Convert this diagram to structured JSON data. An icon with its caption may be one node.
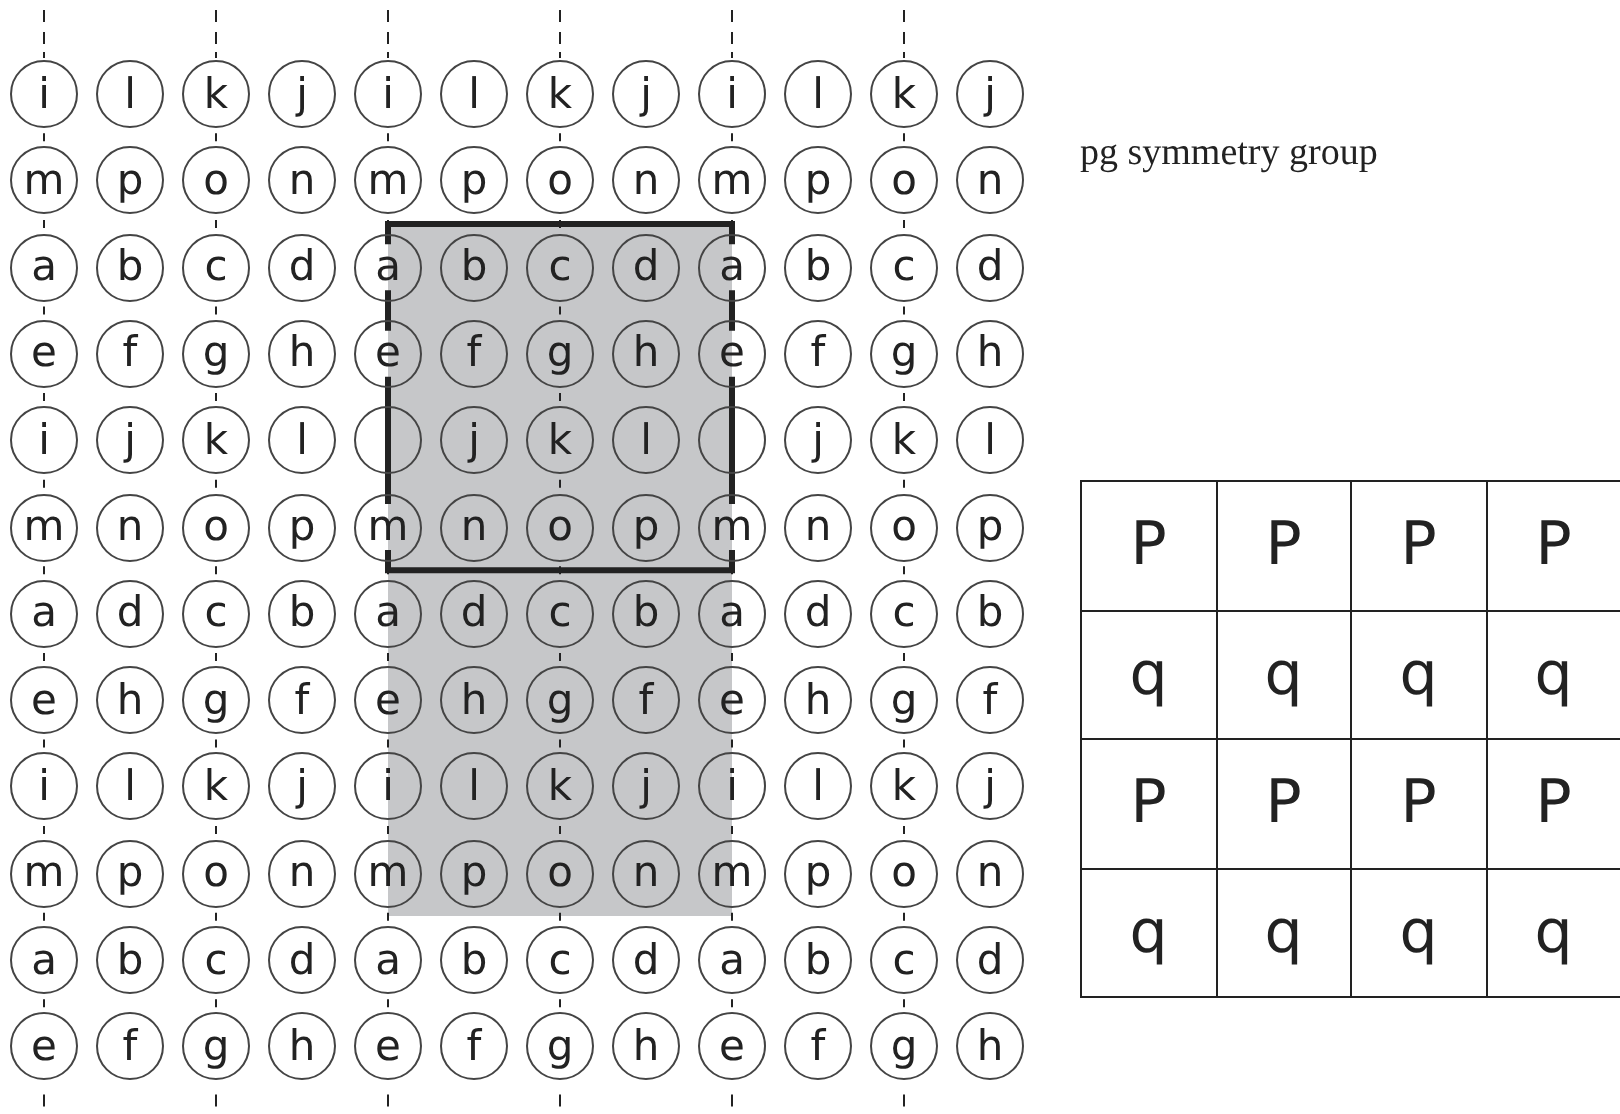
{
  "diagram": {
    "title": "pg symmetry group",
    "nodes": [
      {
        "text": [
          "i"
        ]
      },
      {
        "text": [
          "l"
        ]
      },
      {
        "text": [
          "k"
        ]
      },
      {
        "text": [
          "j"
        ]
      },
      {
        "text": [
          "i"
        ]
      },
      {
        "text": [
          "l"
        ]
      },
      {
        "text": [
          "k"
        ]
      },
      {
        "text": [
          "j"
        ]
      },
      {
        "text": [
          "i"
        ]
      },
      {
        "text": [
          "l"
        ]
      },
      {
        "text": [
          "k"
        ]
      },
      {
        "text": [
          "j"
        ]
      },
      {
        "text": [
          "m"
        ]
      },
      {
        "text": [
          "p"
        ]
      },
      {
        "text": [
          "o"
        ]
      },
      {
        "text": [
          "n"
        ]
      },
      {
        "text": [
          "m"
        ]
      },
      {
        "text": [
          "p"
        ]
      },
      {
        "text": [
          "o"
        ]
      },
      {
        "text": [
          "n"
        ]
      },
      {
        "text": [
          "m"
        ]
      },
      {
        "text": [
          "p"
        ]
      },
      {
        "text": [
          "o"
        ]
      },
      {
        "text": [
          "n"
        ]
      },
      {
        "text": [
          "a"
        ]
      },
      {
        "text": [
          "b"
        ]
      },
      {
        "text": [
          "c"
        ]
      },
      {
        "text": [
          "d"
        ]
      },
      {
        "text": [
          "a"
        ]
      },
      {
        "text": [
          "b"
        ]
      },
      {
        "text": [
          "c"
        ]
      },
      {
        "text": [
          "d"
        ]
      },
      {
        "text": [
          "a"
        ]
      },
      {
        "text": [
          "b"
        ]
      },
      {
        "text": [
          "c"
        ]
      },
      {
        "text": [
          "d"
        ]
      },
      {
        "text": [
          "e"
        ]
      },
      {
        "text": [
          "f"
        ]
      },
      {
        "text": [
          "g"
        ]
      },
      {
        "text": [
          "h"
        ]
      },
      {
        "text": [
          "e"
        ]
      },
      {
        "text": [
          "f"
        ]
      },
      {
        "text": [
          "g"
        ]
      },
      {
        "text": [
          "h"
        ]
      },
      {
        "text": [
          "e"
        ]
      },
      {
        "text": [
          "f"
        ]
      },
      {
        "text": [
          "g"
        ]
      },
      {
        "text": [
          "h"
        ]
      },
      {
        "text": [
          "i"
        ]
      },
      {
        "text": [
          "j"
        ]
      },
      {
        "text": [
          "k"
        ]
      },
      {
        "text": [
          "l"
        ]
      },
      {
        "text": [],
        "shape": "circle"
      },
      {
        "text": [
          "j"
        ]
      },
      {
        "text": [
          "k"
        ]
      },
      {
        "text": [
          "l"
        ]
      },
      {
        "text": [],
        "shape": "circle"
      },
      {
        "text": [
          "j"
        ]
      },
      {
        "text": [
          "k"
        ]
      },
      {
        "text": [
          "l"
        ]
      },
      {
        "text": [
          "m"
        ]
      },
      {
        "text": [
          "n"
        ]
      },
      {
        "text": [
          "o"
        ]
      },
      {
        "text": [
          "p"
        ]
      },
      {
        "text": [
          "m"
        ]
      },
      {
        "text": [
          "n"
        ]
      },
      {
        "text": [
          "o"
        ]
      },
      {
        "text": [
          "p"
        ]
      },
      {
        "text": [
          "m"
        ]
      },
      {
        "text": [
          "n"
        ]
      },
      {
        "text": [
          "o"
        ]
      },
      {
        "text": [
          "p"
        ]
      },
      {
        "text": [
          "a"
        ]
      },
      {
        "text": [
          "d"
        ]
      },
      {
        "text": [
          "c"
        ]
      },
      {
        "text": [
          "b"
        ]
      },
      {
        "text": [
          "a"
        ]
      },
      {
        "text": [
          "d"
        ]
      },
      {
        "text": [
          "c"
        ]
      },
      {
        "text": [
          "b"
        ]
      },
      {
        "text": [
          "a"
        ]
      },
      {
        "text": [
          "d"
        ]
      },
      {
        "text": [
          "c"
        ]
      },
      {
        "text": [
          "b"
        ]
      },
      {
        "text": [
          "e"
        ]
      },
      {
        "text": [
          "h"
        ]
      },
      {
        "text": [
          "g"
        ]
      },
      {
        "text": [
          "f"
        ]
      },
      {
        "text": [
          "e"
        ]
      },
      {
        "text": [
          "h"
        ]
      },
      {
        "text": [
          "g"
        ]
      },
      {
        "text": [
          "f"
        ]
      },
      {
        "text": [
          "e"
        ]
      },
      {
        "text": [
          "h"
        ]
      },
      {
        "text": [
          "g"
        ]
      },
      {
        "text": [
          "f"
        ]
      },
      {
        "text": [
          "i"
        ]
      },
      {
        "text": [
          "l"
        ]
      },
      {
        "text": [
          "k"
        ]
      },
      {
        "text": [
          "j"
        ]
      },
      {
        "text": [
          "i"
        ]
      },
      {
        "text": [
          "l"
        ]
      },
      {
        "text": [
          "k"
        ]
      },
      {
        "text": [
          "j"
        ]
      },
      {
        "text": [
          "i"
        ]
      },
      {
        "text": [
          "l"
        ]
      },
      {
        "text": [
          "k"
        ]
      },
      {
        "text": [
          "j"
        ]
      },
      {
        "text": [
          "m"
        ]
      },
      {
        "text": [
          "p"
        ]
      },
      {
        "text": [
          "o"
        ]
      },
      {
        "text": [
          "n"
        ]
      },
      {
        "text": [
          "m"
        ]
      },
      {
        "text": [
          "p"
        ]
      },
      {
        "text": [
          "o"
        ]
      },
      {
        "text": [
          "n"
        ]
      },
      {
        "text": [
          "m"
        ]
      },
      {
        "text": [
          "p"
        ]
      },
      {
        "text": [
          "o"
        ]
      },
      {
        "text": [
          "n"
        ]
      },
      {
        "text": [
          "a"
        ]
      },
      {
        "text": [
          "b"
        ]
      },
      {
        "text": [
          "c"
        ]
      },
      {
        "text": [
          "d"
        ]
      },
      {
        "text": [
          "a"
        ]
      },
      {
        "text": [
          "b"
        ]
      },
      {
        "text": [
          "c"
        ]
      },
      {
        "text": [
          "d"
        ]
      },
      {
        "text": [
          "a"
        ]
      },
      {
        "text": [
          "b"
        ]
      },
      {
        "text": [
          "c"
        ]
      },
      {
        "text": [
          "d"
        ]
      },
      {
        "text": [
          "e"
        ]
      },
      {
        "text": [
          "f"
        ]
      },
      {
        "text": [
          "g"
        ]
      },
      {
        "text": [
          "h"
        ]
      },
      {
        "text": [
          "e"
        ]
      },
      {
        "text": [
          "f"
        ]
      },
      {
        "text": [
          "g"
        ]
      },
      {
        "text": [
          "h"
        ]
      },
      {
        "text": [
          "e"
        ]
      },
      {
        "text": [
          "f"
        ]
      },
      {
        "text": [
          "g"
        ]
      },
      {
        "text": [
          "h"
        ]
      }
    ],
    "labels": [
      "P",
      "P",
      "P",
      "P",
      "q",
      "q",
      "q",
      "q",
      "P",
      "P",
      "P",
      "P",
      "q",
      "q",
      "q",
      "q"
    ]
  }
}
